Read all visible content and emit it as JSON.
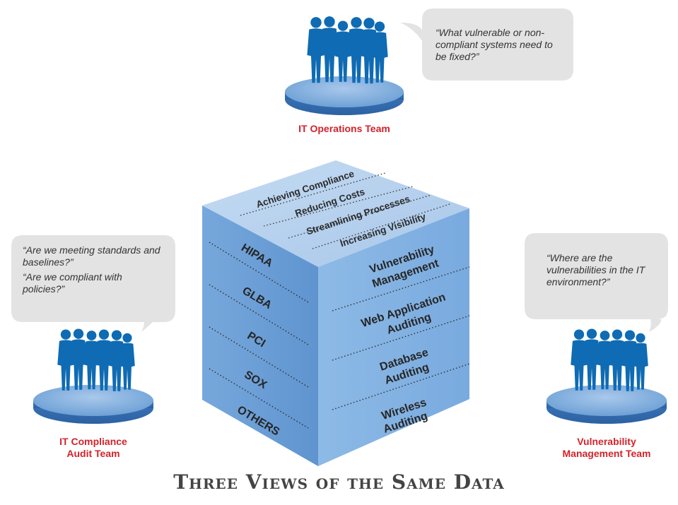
{
  "caption": "Three Views of the Same Data",
  "teams": {
    "operations": {
      "label": "IT Operations Team",
      "quote": "“What vulnerable or non-compliant systems need to be fixed?”"
    },
    "compliance": {
      "label_line1": "IT Compliance",
      "label_line2": "Audit Team",
      "quote_1": "“Are we meeting standards and baselines?”",
      "quote_2": "“Are we compliant with policies?”"
    },
    "vulnerability": {
      "label_line1": "Vulnerability",
      "label_line2": "Management Team",
      "quote": "“Where are the vulnerabilities in the IT environment?”"
    }
  },
  "cube": {
    "top_faces": [
      "Achieving Compliance",
      "Reducing Costs",
      "Streamlining Processes",
      "Increasing Visibility"
    ],
    "left_face": [
      "HIPAA",
      "GLBA",
      "PCI",
      "SOX",
      "OTHERS"
    ],
    "right_face": [
      {
        "line1": "Vulnerability",
        "line2": "Management"
      },
      {
        "line1": "Web Application",
        "line2": "Auditing"
      },
      {
        "line1": "Database",
        "line2": "Auditing"
      },
      {
        "line1": "Wireless",
        "line2": "Auditing"
      }
    ]
  },
  "colors": {
    "cube_top": "#b9d3ee",
    "cube_left": "#6c9fd6",
    "cube_right": "#82b2e3",
    "people": "#0f6bb3",
    "platform": "#5d95cf",
    "bubble": "#e3e3e3",
    "team_label": "#d2232a"
  }
}
